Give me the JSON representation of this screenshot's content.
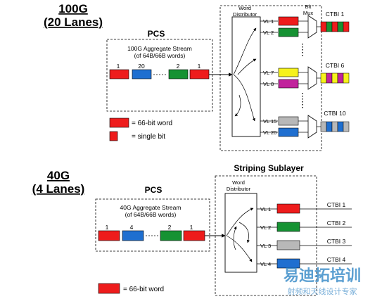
{
  "colors": {
    "red": "#ee1c1c",
    "blue": "#1f6fd0",
    "green": "#169233",
    "yellow": "#f6f21c",
    "magenta": "#c1239c",
    "gray": "#b8b8b8",
    "line": "#000000"
  },
  "top": {
    "title_line1": "100G",
    "title_line2": "(20 Lanes)",
    "pcs_label": "PCS",
    "stream_line1": "100G Aggregate Stream",
    "stream_line2": "(of 64B/66B words)",
    "word_labels": [
      "1",
      "20",
      "2",
      "1"
    ],
    "legend_word": "= 66-bit word",
    "legend_bit": "= single bit",
    "distributor_line1": "Word",
    "distributor_line2": "Distributor",
    "mux_line1": "Bit",
    "mux_line2": "Mux",
    "lanes": [
      {
        "label": "VL 1"
      },
      {
        "label": "VL 2"
      },
      {
        "label": "VL 7"
      },
      {
        "label": "VL 8"
      },
      {
        "label": "VL 15"
      },
      {
        "label": "VL 20"
      }
    ],
    "ctbi": [
      "CTBI 1",
      "CTBI 6",
      "CTBI 10"
    ]
  },
  "bottom": {
    "title_line1": "40G",
    "title_line2": "(4 Lanes)",
    "striping_label": "Striping Sublayer",
    "pcs_label": "PCS",
    "stream_line1": "40G Aggregate Stream",
    "stream_line2": "(of 64B/66B words)",
    "word_labels": [
      "1",
      "4",
      "2",
      "1"
    ],
    "distributor_line1": "Word",
    "distributor_line2": "Distributor",
    "lanes": [
      {
        "label": "VL 1",
        "ctbi": "CTBI 1"
      },
      {
        "label": "VL 2",
        "ctbi": "CTBI 2"
      },
      {
        "label": "VL 3",
        "ctbi": "CTBI 3"
      },
      {
        "label": "VL 4",
        "ctbi": "CTBI 4"
      }
    ],
    "legend_word": "= 66-bit word"
  },
  "watermark": {
    "line1": "易迪拓培训",
    "line2": "射频和天线设计专家"
  }
}
